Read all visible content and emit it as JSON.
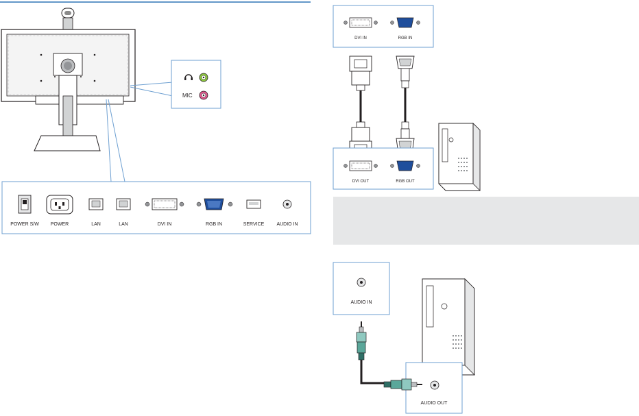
{
  "colors": {
    "accent_rule": "#2e75b6",
    "callout_border": "#6d9fd1",
    "note_background": "#e6e7e8"
  },
  "monitor_panel": {
    "side_ports": {
      "headphone_icon": "headphone-icon",
      "mic_label": "MIC"
    },
    "rear_ports": [
      "POWER S/W",
      "POWER",
      "LAN",
      "LAN",
      "DVI IN",
      "RGB IN",
      "SERVICE",
      "AUDIO IN"
    ]
  },
  "video_connection": {
    "monitor_ports": [
      "DVI IN",
      "RGB IN"
    ],
    "pc_ports": [
      "DVI OUT",
      "RGB OUT"
    ]
  },
  "audio_connection": {
    "monitor_port": "AUDIO IN",
    "pc_port": "AUDIO OUT"
  }
}
